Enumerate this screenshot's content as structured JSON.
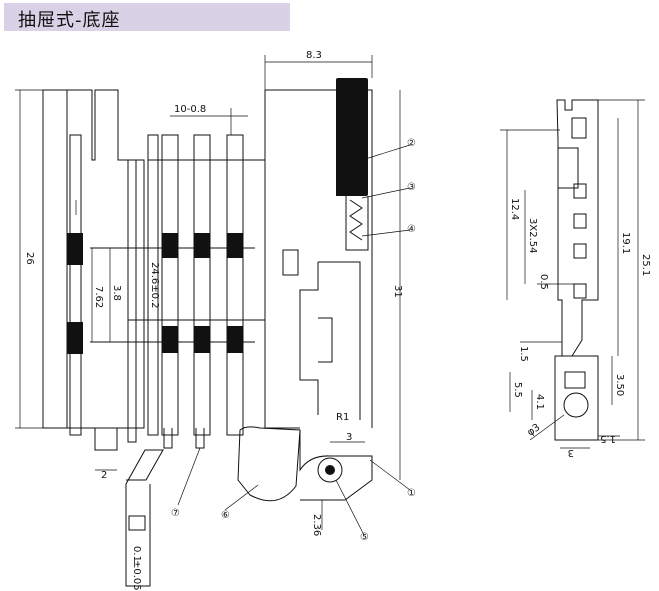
{
  "title": "抽屉式-底座",
  "front_view": {
    "dimensions": {
      "width_top": "8.3",
      "pitch_label": "10-0.8",
      "height_left": "26",
      "spacing_small": "3.8",
      "spacing_pitch": "7.62",
      "spacing_inner": "24.6±0.2",
      "height_right": "31",
      "radius": "R1",
      "offset": "3",
      "bottom_gap": "2",
      "bottom_offset": "2.36",
      "tolerance_value": "0.1",
      "tolerance_limit": "±0.05"
    },
    "callouts": [
      "①",
      "②",
      "③",
      "④",
      "⑤",
      "⑥",
      "⑦"
    ]
  },
  "side_view": {
    "dimensions": {
      "height_upper": "12.4",
      "pitch": "3X2.54",
      "gap": "0.5",
      "height_mid": "19.1",
      "height_total": "25.1",
      "offset_small": "1.5",
      "height_low": "5.5",
      "height_hole": "4.1",
      "offset_low": "3.50",
      "diameter": "φ3",
      "base_width": "3",
      "base_offset": "1.5"
    }
  }
}
